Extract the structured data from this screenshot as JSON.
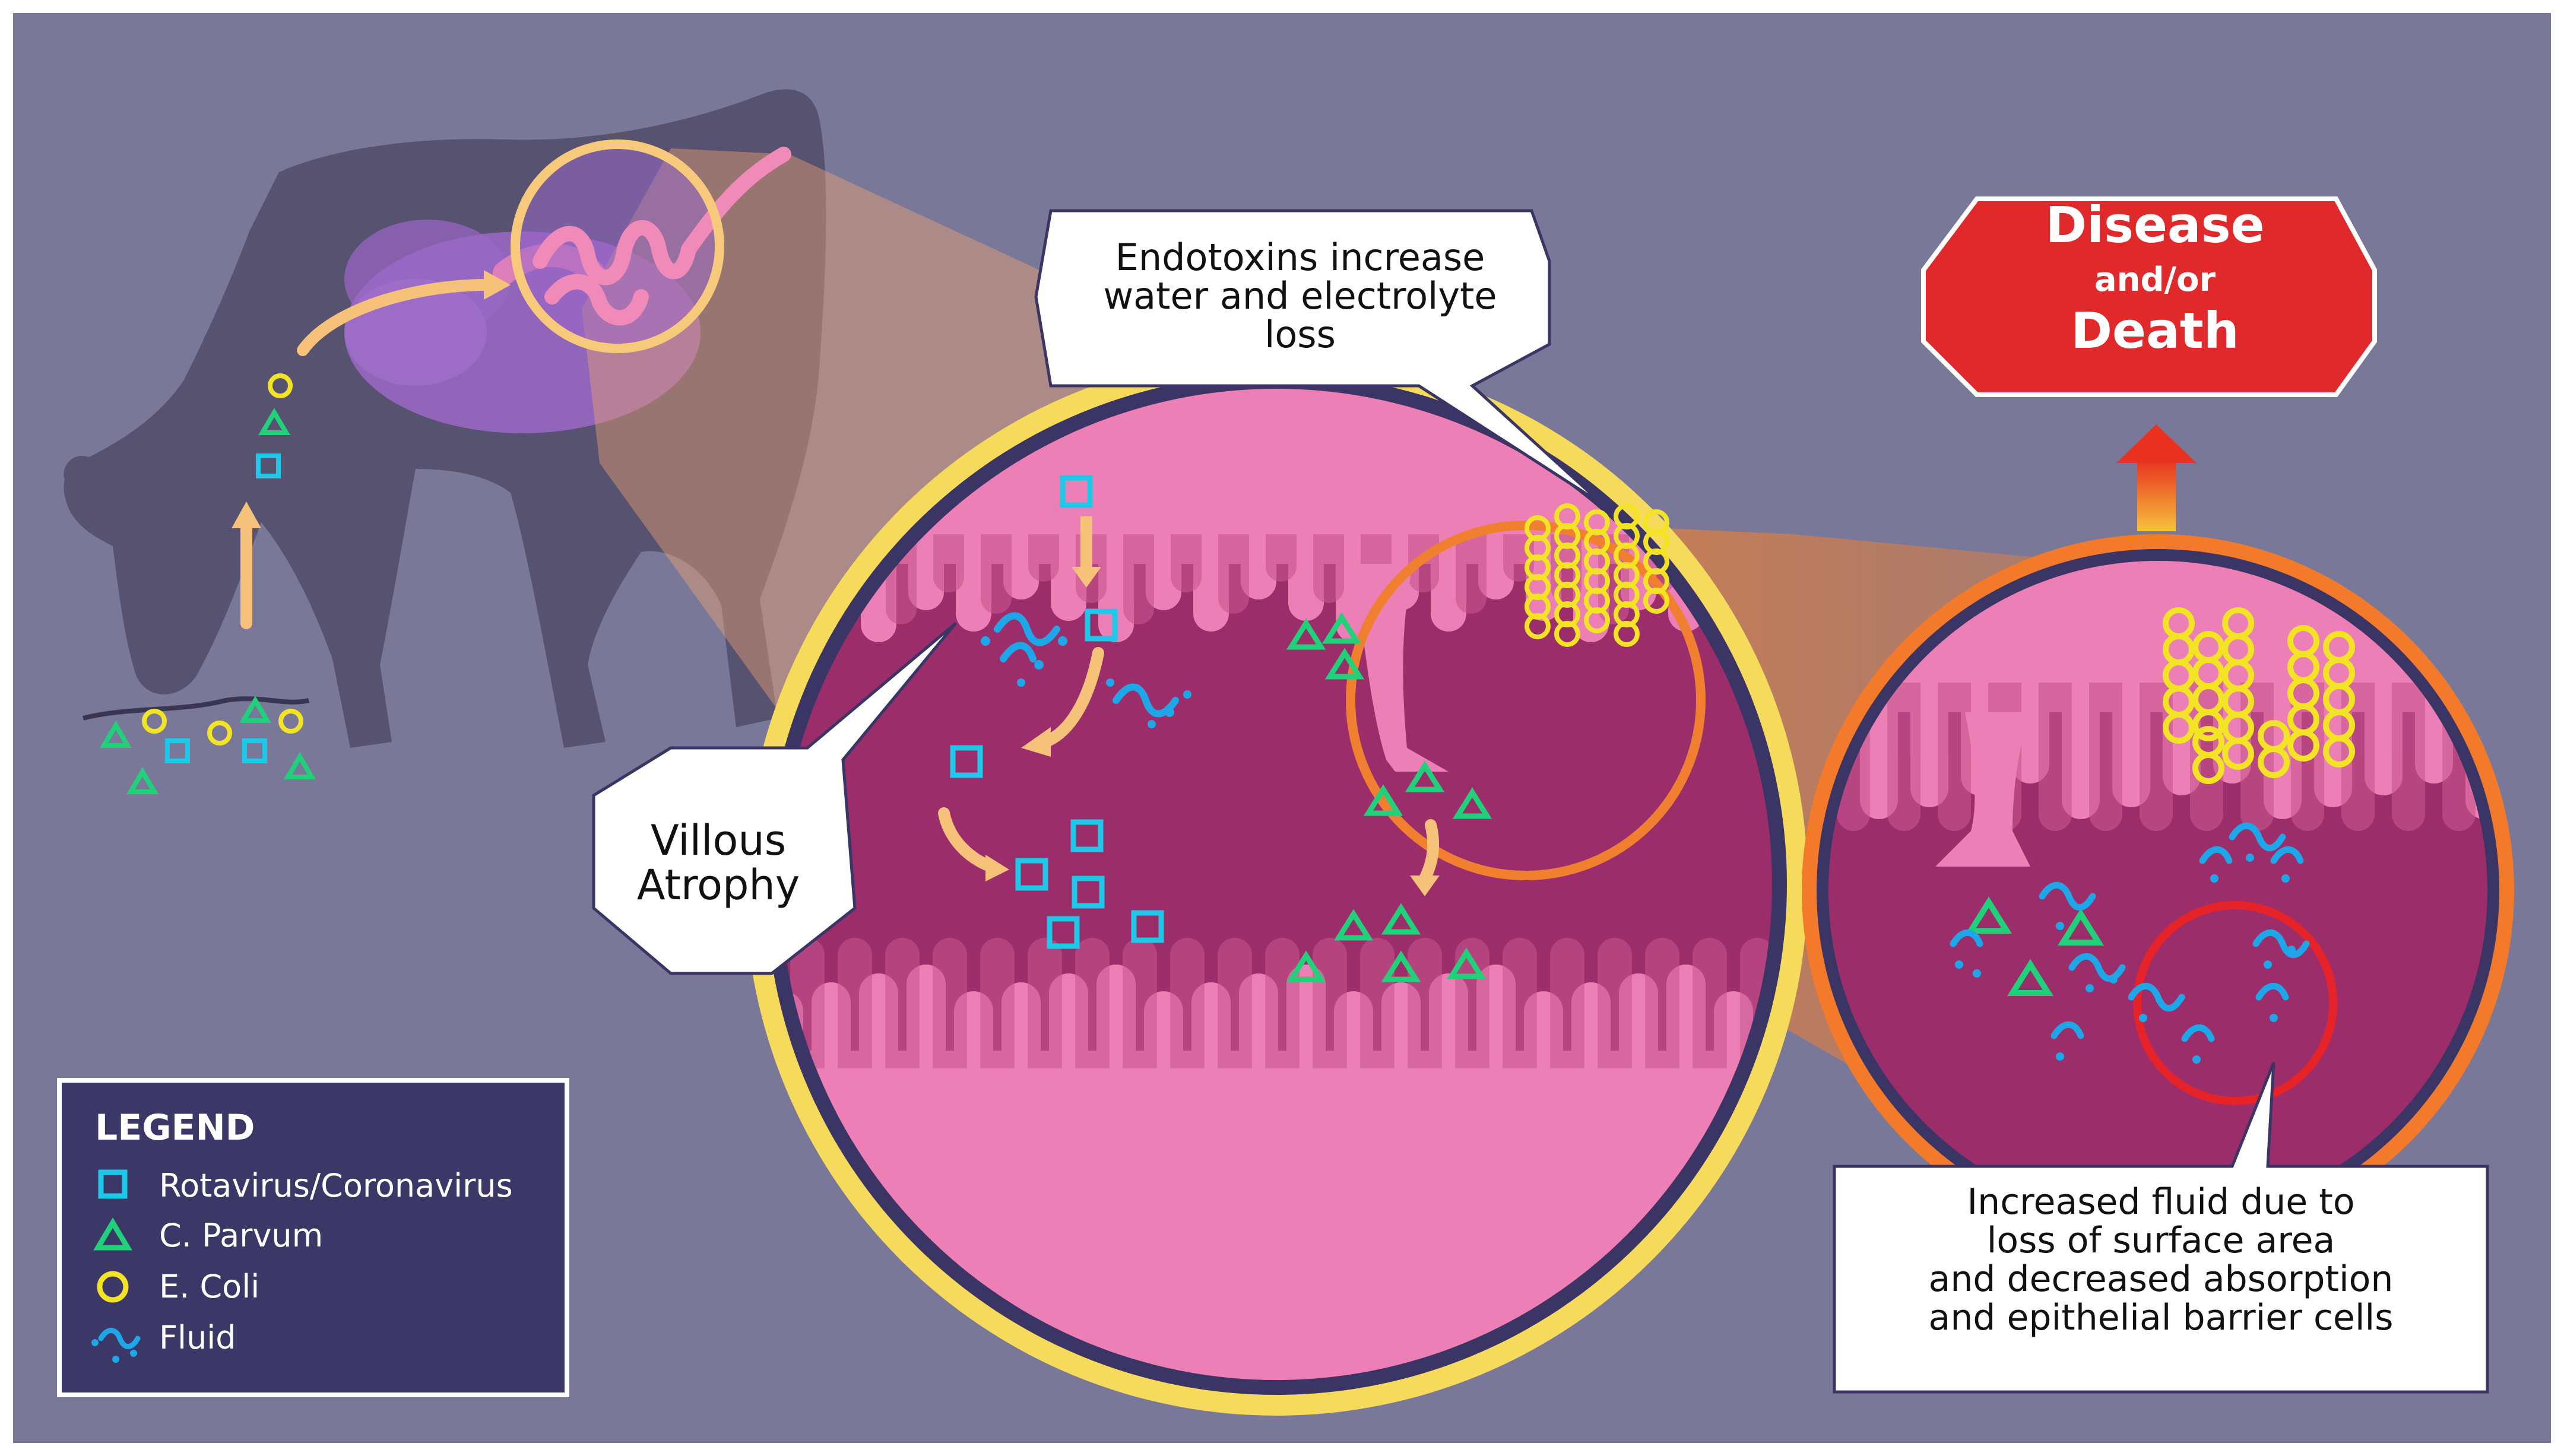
{
  "callouts": {
    "endotoxins": [
      "Endotoxins increase",
      "water and electrolyte",
      "loss"
    ],
    "villous": [
      "Villous",
      "Atrophy"
    ],
    "fluid": [
      "Increased fluid due to",
      "loss of surface area",
      "and decreased absorption",
      "and epithelial barrier cells"
    ]
  },
  "outcome": {
    "line1": "Disease",
    "line2": "and/or",
    "line3": "Death"
  },
  "legend": {
    "title": "LEGEND",
    "items": [
      {
        "label": "Rotavirus/Coronavirus",
        "icon": "square-icon",
        "color": "#1ec8e8"
      },
      {
        "label": "C. Parvum",
        "icon": "triangle-icon",
        "color": "#1fd27a"
      },
      {
        "label": "E. Coli",
        "icon": "circle-icon",
        "color": "#f2e324"
      },
      {
        "label": "Fluid",
        "icon": "fluid-icon",
        "color": "#1ea7e8"
      }
    ]
  },
  "colors": {
    "background": "#7a7899",
    "legend_panel": "#3b3766",
    "outcome_red": "#e0292b",
    "tissue_pink": "#ec7fb5",
    "lumen_dark": "#9b2d6b",
    "ring_yellow": "#f6da5b",
    "ring_orange": "#f27a2a",
    "ring_navy": "#3b3566"
  }
}
